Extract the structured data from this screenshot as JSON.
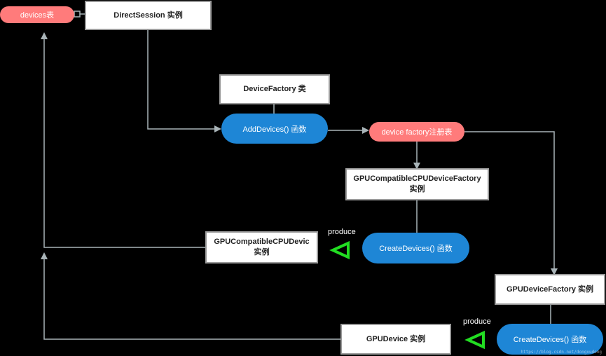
{
  "nodes": {
    "devices_table": "devices表",
    "direct_session": "DirectSession 实例",
    "device_factory_class": "DeviceFactory 类",
    "add_devices": "AddDevices() 函数",
    "device_factory_registry": "device factory注册表",
    "gpu_compat_factory_line1": "GPUCompatibleCPUDeviceFactory",
    "gpu_compat_factory_line2": "实例",
    "gpu_compat_device_line1": "GPUCompatibleCPUDevic",
    "gpu_compat_device_line2": "实例",
    "create_devices_1": "CreateDevices() 函数",
    "gpu_device_factory": "GPUDeviceFactory 实例",
    "gpu_device": "GPUDevice 实例",
    "create_devices_2": "CreateDevices() 函数"
  },
  "labels": {
    "produce_1": "produce",
    "produce_2": "produce"
  },
  "watermark": "https://blog.csdn.net/dongxudong",
  "colors": {
    "background": "#000000",
    "red_pill": "#ff7b7b",
    "blue_pill": "#1e86d6",
    "connector": "#a9b4b8",
    "produce_triangle": "#22dd22"
  }
}
